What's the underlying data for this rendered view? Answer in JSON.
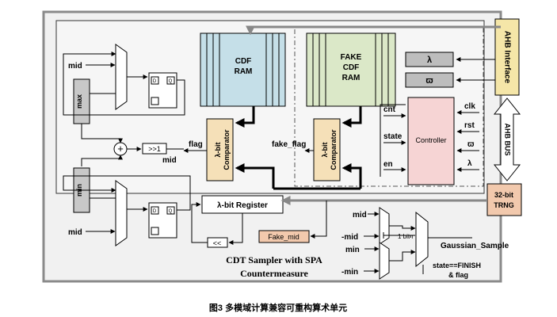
{
  "labels": {
    "cdf_ram": [
      "CDF",
      "RAM"
    ],
    "fake_cdf_ram": [
      "FAKE",
      "CDF",
      "RAM"
    ],
    "lambda": "λ",
    "varpi": "ϖ",
    "ahb_interface": "AHB Interface",
    "ahb_bus": "AHB BUS",
    "trng": [
      "32-bit",
      "TRNG"
    ],
    "controller": "Controller",
    "ctrl_inputs": [
      "clk",
      "rst",
      "ϖ",
      "λ"
    ],
    "ctrl_outputs": [
      "cnt",
      "state",
      "en"
    ],
    "comparator": [
      "λ-bit",
      "Comparator"
    ],
    "flag": "flag",
    "fake_flag": "fake_flag",
    "register": "λ-bit Register",
    "shift_left": "<<",
    "shift_right": ">>1",
    "plus": "+",
    "max": "max",
    "min": "min",
    "mid": "mid",
    "ff_d": "D",
    "ff_q": "Q",
    "fake_mid": "Fake_mid",
    "mux_inputs": [
      "mid",
      "-mid",
      "min",
      "-min"
    ],
    "one_bit_r": "1 bit r",
    "gaussian_sample": "Gaussian_Sample",
    "state_finish": [
      "state==FINISH",
      "& flag"
    ],
    "sampler_title": [
      "CDT Sampler with SPA",
      "Countermeasure"
    ]
  },
  "caption": "图3 多模域计算兼容可重构算术单元"
}
